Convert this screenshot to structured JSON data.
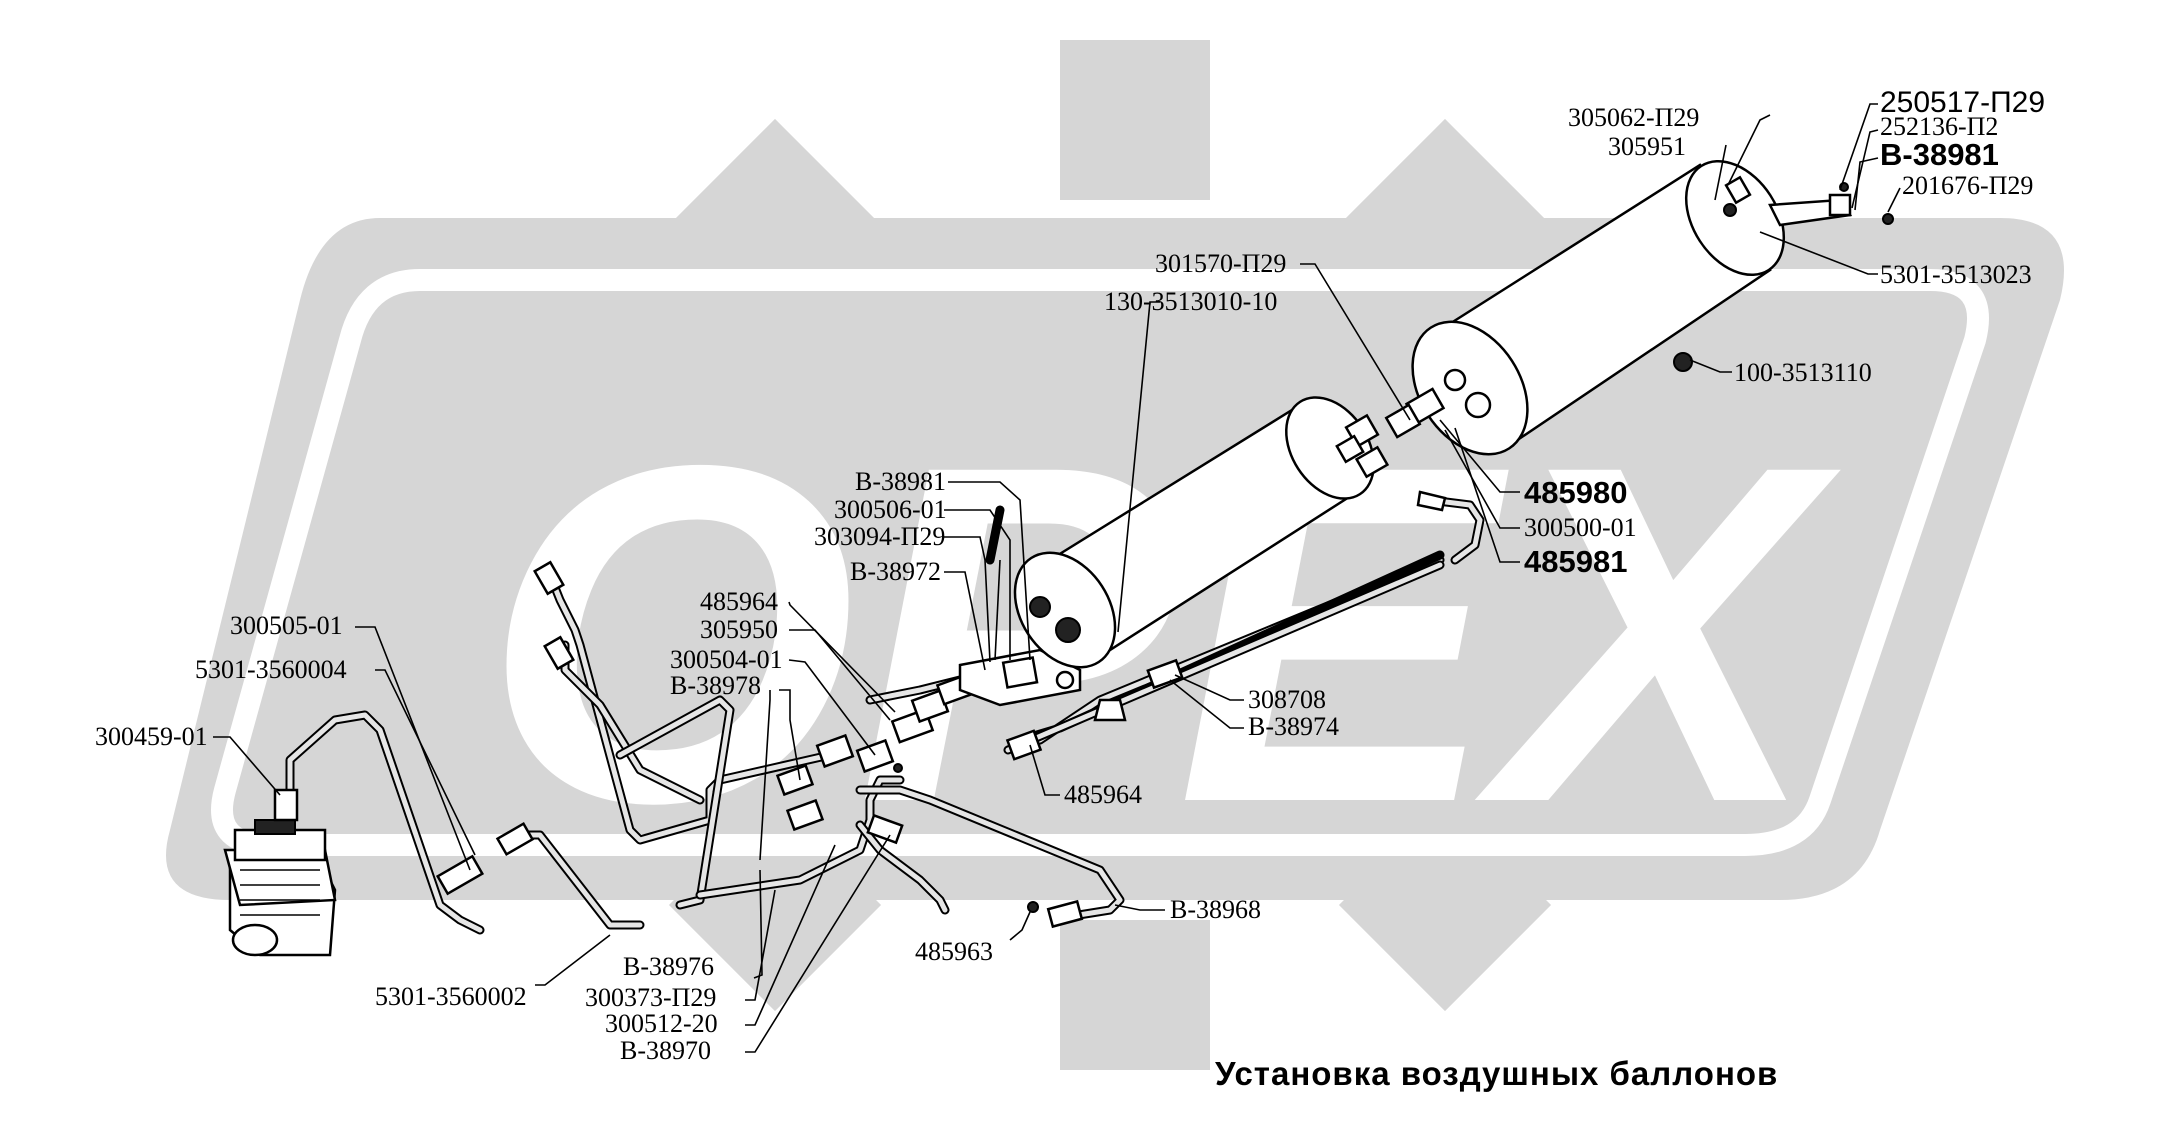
{
  "title": "Установка воздушных баллонов",
  "watermark": {
    "text": "ОРЕХ",
    "color": "#d6d6d6"
  },
  "colors": {
    "background": "#ffffff",
    "watermark": "#d6d6d6",
    "line": "#000000"
  },
  "labels": {
    "l250517": "250517-П29",
    "l252136": "252136-П2",
    "lB38981a": "B-38981",
    "l201676": "201676-П29",
    "l305062": "305062-П29",
    "l305951": "305951",
    "l5301_3513023": "5301-3513023",
    "l301570": "301570-П29",
    "l130_3513010": "130-3513010-10",
    "l100_3513110": "100-3513110",
    "l485980": "485980",
    "l300500": "300500-01",
    "l485981": "485981",
    "lB38981b": "B-38981",
    "l300506": "300506-01",
    "l303094": "303094-П29",
    "lB38972": "B-38972",
    "l485964a": "485964",
    "l305950": "305950",
    "l300504": "300504-01",
    "lB38978": "B-38978",
    "l300505": "300505-01",
    "l5301_3560004": "5301-3560004",
    "l300459": "300459-01",
    "l308708": "308708",
    "lB38974": "B-38974",
    "l485964b": "485964",
    "lB38968": "B-38968",
    "l485963": "485963",
    "lB38976": "B-38976",
    "l5301_3560002": "5301-3560002",
    "l300373": "300373-П29",
    "l300512": "300512-20",
    "lB38970": "B-38970"
  }
}
